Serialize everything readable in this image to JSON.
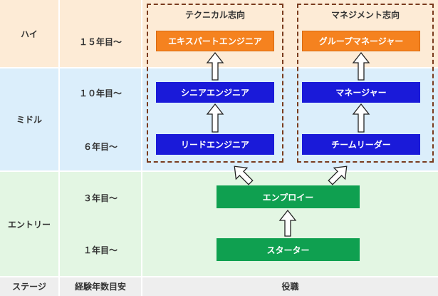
{
  "colors": {
    "high": "#fdebd6",
    "middle": "#dbeefb",
    "entry": "#e3f6e3",
    "footer": "#eeeeee",
    "orange": "#f5821f",
    "blue": "#1a1ad9",
    "green": "#0fa050",
    "dash": "#7a3b1e"
  },
  "stages": {
    "high": "ハイ",
    "middle": "ミドル",
    "entry": "エントリー"
  },
  "years": {
    "y15": "１５年目〜",
    "y10": "１０年目〜",
    "y6": "６年目〜",
    "y3": "３年目〜",
    "y1": "１年目〜"
  },
  "footer": {
    "stage": "ステージ",
    "years": "経験年数目安",
    "role": "役職"
  },
  "tracks": {
    "technical": {
      "title": "テクニカル志向",
      "expert": "エキスパートエンジニア",
      "senior": "シニアエンジニア",
      "lead": "リードエンジニア"
    },
    "management": {
      "title": "マネジメント志向",
      "group_manager": "グループマネージャー",
      "manager": "マネージャー",
      "team_leader": "チームリーダー"
    }
  },
  "entry_roles": {
    "employee": "エンプロイー",
    "starter": "スターター"
  }
}
